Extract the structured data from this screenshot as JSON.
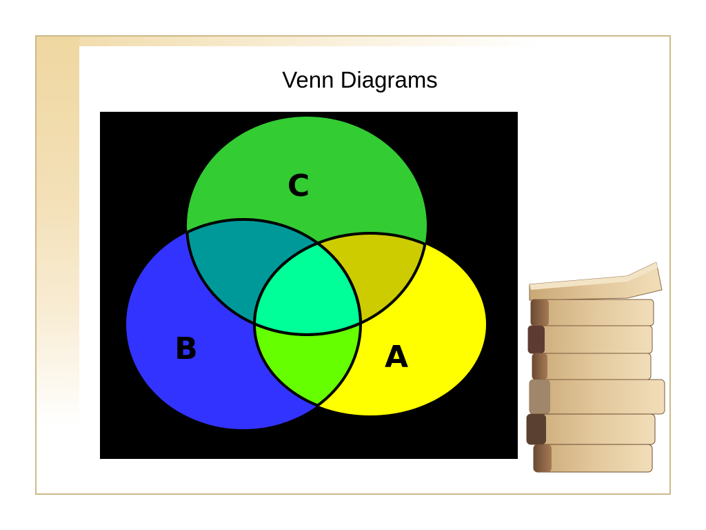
{
  "slide": {
    "title": "Venn Diagrams"
  },
  "venn": {
    "sets": [
      {
        "label": "A",
        "color": "#ffff00"
      },
      {
        "label": "B",
        "color": "#3333ff"
      },
      {
        "label": "C",
        "color": "#33cc33"
      }
    ],
    "regions": {
      "a_and_b": "#66ff00",
      "b_and_c": "#009999",
      "a_and_c": "#cccc00",
      "a_b_and_c": "#00ff99"
    },
    "background_color": "#000000"
  },
  "decoration": {
    "image": "stack-of-books"
  }
}
